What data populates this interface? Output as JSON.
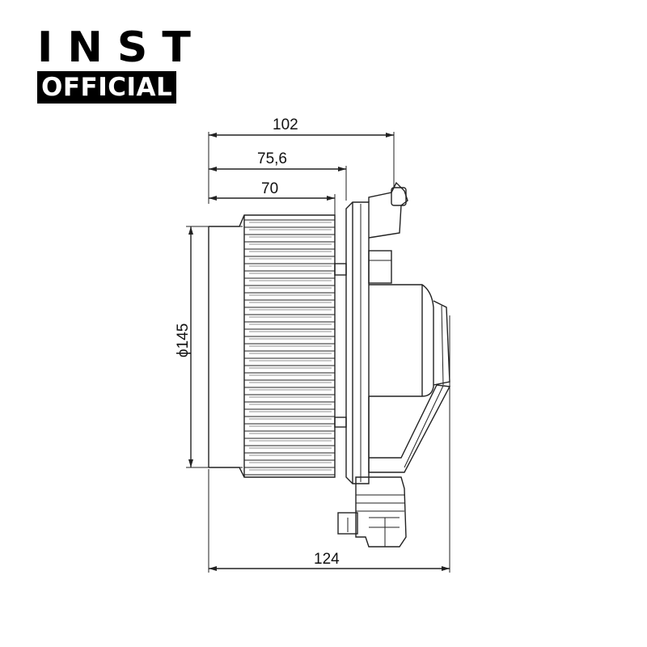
{
  "brand": {
    "title": "INST",
    "badge": "OFFICIAL"
  },
  "dimensions": {
    "overall_width": "102",
    "housing_depth": "75,6",
    "wheel_depth": "70",
    "wheel_diameter": "ϕ145",
    "total_length": "124"
  },
  "colors": {
    "line": "#222222",
    "badge_bg": "#000000",
    "badge_text": "#ffffff"
  }
}
